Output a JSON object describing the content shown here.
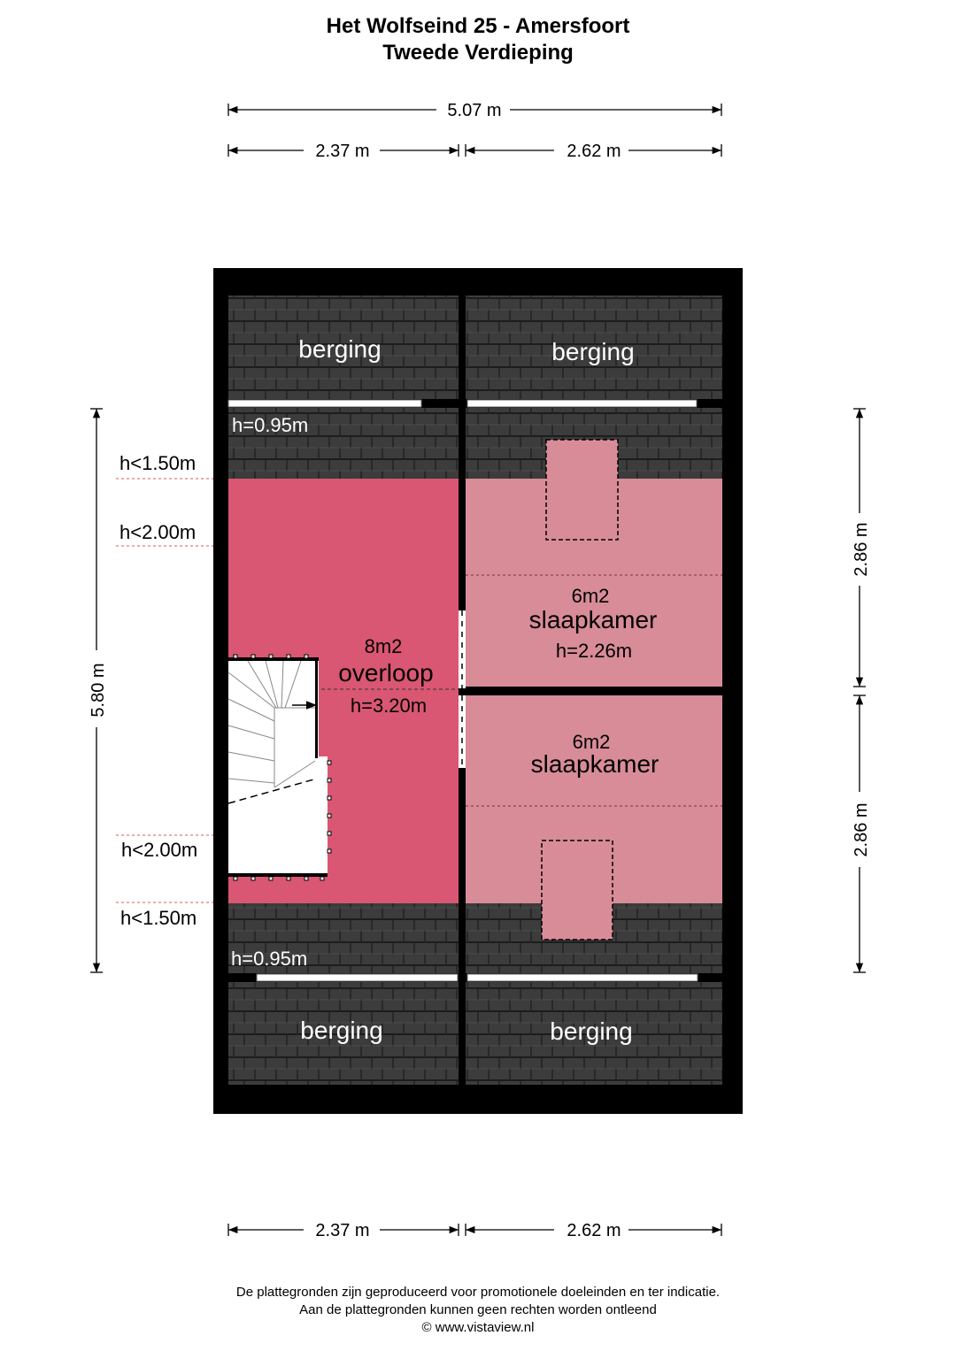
{
  "header": {
    "title": "Het Wolfseind 25 - Amersfoort",
    "subtitle": "Tweede Verdieping"
  },
  "dimensions": {
    "top_total": "5.07 m",
    "top_left": "2.37 m",
    "top_right": "2.62 m",
    "bottom_left": "2.37 m",
    "bottom_right": "2.62 m",
    "left_height": "5.80 m",
    "right_upper": "2.86 m",
    "right_lower": "2.86 m"
  },
  "height_markers": {
    "top_150": "h<1.50m",
    "top_200": "h<2.00m",
    "bottom_200": "h<2.00m",
    "bottom_150": "h<1.50m",
    "knee_top": "h=0.95m",
    "knee_bottom": "h=0.95m"
  },
  "rooms": {
    "berging_top_left": "berging",
    "berging_top_right": "berging",
    "berging_bottom_left": "berging",
    "berging_bottom_right": "berging",
    "overloop": {
      "area": "8m2",
      "name": "overloop",
      "height": "h=3.20m"
    },
    "slaapkamer_1": {
      "area": "6m2",
      "name": "slaapkamer",
      "height": "h=2.26m"
    },
    "slaapkamer_2": {
      "area": "6m2",
      "name": "slaapkamer"
    }
  },
  "colors": {
    "wall": "#000000",
    "roof_tile": "#3a3a3a",
    "overloop_fill": "#d95772",
    "slaapkamer_fill": "#d88c98"
  },
  "footer": {
    "line1": "De plattegronden zijn geproduceerd voor promotionele doeleinden en ter indicatie.",
    "line2": "Aan de plattegronden kunnen geen rechten worden ontleend",
    "line3": "© www.vistaview.nl"
  }
}
